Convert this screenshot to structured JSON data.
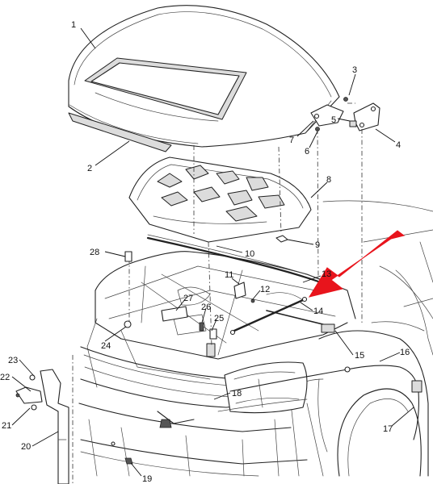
{
  "diagram": {
    "callouts": [
      {
        "id": "1",
        "label": "1"
      },
      {
        "id": "2",
        "label": "2"
      },
      {
        "id": "3",
        "label": "3"
      },
      {
        "id": "4",
        "label": "4"
      },
      {
        "id": "5",
        "label": "5"
      },
      {
        "id": "6",
        "label": "6"
      },
      {
        "id": "7",
        "label": "7"
      },
      {
        "id": "8",
        "label": "8"
      },
      {
        "id": "9",
        "label": "9"
      },
      {
        "id": "10",
        "label": "10"
      },
      {
        "id": "11",
        "label": "11"
      },
      {
        "id": "12",
        "label": "12"
      },
      {
        "id": "13",
        "label": "13"
      },
      {
        "id": "14",
        "label": "14"
      },
      {
        "id": "15",
        "label": "15"
      },
      {
        "id": "16",
        "label": "16"
      },
      {
        "id": "17",
        "label": "17"
      },
      {
        "id": "18",
        "label": "18"
      },
      {
        "id": "19",
        "label": "19"
      },
      {
        "id": "20",
        "label": "20"
      },
      {
        "id": "21",
        "label": "21"
      },
      {
        "id": "22",
        "label": "22"
      },
      {
        "id": "23",
        "label": "23"
      },
      {
        "id": "24",
        "label": "24"
      },
      {
        "id": "25",
        "label": "25"
      },
      {
        "id": "26",
        "label": "26"
      },
      {
        "id": "27",
        "label": "27"
      },
      {
        "id": "28",
        "label": "28"
      }
    ],
    "colors": {
      "line": "#222222",
      "background": "#ffffff",
      "highlight_arrow": "#e8141c"
    }
  }
}
